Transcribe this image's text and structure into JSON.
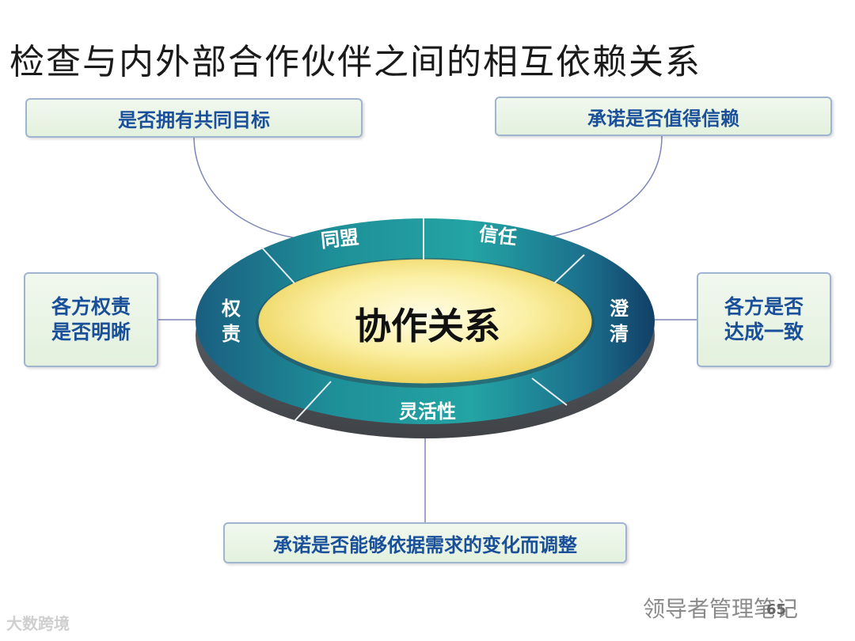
{
  "title": "检查与内外部合作伙伴之间的相互依赖关系",
  "center_label": "协作关系",
  "ring_segments": {
    "alliance": "同盟",
    "trust": "信任",
    "clarify": [
      "澄",
      "清"
    ],
    "flexibility": "灵活性",
    "rights": [
      "权",
      "责"
    ]
  },
  "boxes": {
    "top_left": "是否拥有共同目标",
    "top_right": "承诺是否值得信赖",
    "left": [
      "各方权责",
      "是否明晰"
    ],
    "right": [
      "各方是否",
      "达成一致"
    ],
    "bottom": "承诺是否能够依据需求的变化而调整"
  },
  "footer": {
    "left_watermark": "大数跨境",
    "right_watermark": "领导者管理笔记",
    "page_number": "65"
  },
  "colors": {
    "ring_dark": "#17506f",
    "ring_teal": "#1f9aa0",
    "center_yellow": "#f6e27a",
    "box_text": "#1a4f9a",
    "box_border": "#9fb4cf"
  }
}
